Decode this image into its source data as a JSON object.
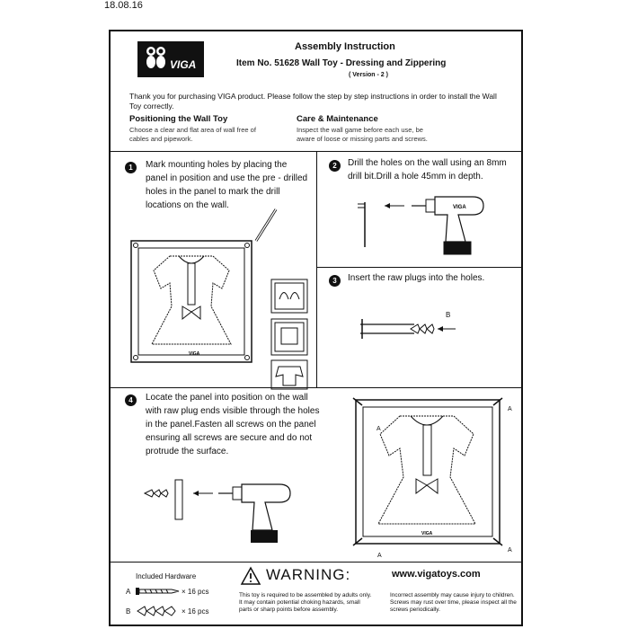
{
  "date": "18.08.16",
  "header": {
    "logo_text": "VIGA",
    "title": "Assembly Instruction",
    "item_line": "Item No. 51628  Wall Toy - Dressing and Zippering",
    "version": "( Version - 2 )"
  },
  "intro": "Thank you for purchasing VIGA product. Please follow the step by step instructions in order to install the Wall Toy correctly.",
  "positioning": {
    "heading": "Positioning the Wall Toy",
    "line1": "Choose a clear and flat area of wall free of",
    "line2": "cables and pipework."
  },
  "care": {
    "heading": "Care & Maintenance",
    "line1": "Inspect the wall game before each use, be",
    "line2": "aware of loose or missing parts and screws."
  },
  "steps": {
    "s1": {
      "num": "1",
      "l1": "Mark mounting holes by placing the",
      "l2": "panel in position and use the pre - drilled",
      "l3": "holes in the panel to mark the drill",
      "l4": "locations on the wall."
    },
    "s2": {
      "num": "2",
      "l1": "Drill the holes on the wall using an 8mm",
      "l2": "drill bit.Drill a hole 45mm in depth."
    },
    "s3": {
      "num": "3",
      "l1": "Insert the raw plugs into the holes.",
      "label_b": "B"
    },
    "s4": {
      "num": "4",
      "l1": "Locate the panel into position on the wall",
      "l2": "with raw plug ends visible through the holes",
      "l3": "in the panel.Fasten all screws on the panel",
      "l4": "ensuring all screws are secure and do not",
      "l5": "protrude the surface.",
      "label_a": "A"
    }
  },
  "footer": {
    "hardware_title": "Included Hardware",
    "a_label": "A",
    "a_qty": "× 16 pcs",
    "b_label": "B",
    "b_qty": "× 16 pcs",
    "warning": "WARNING:",
    "warn_l1": "This toy is required to be assembled by adults only.",
    "warn_l2": "It may contain potential choking hazards, small",
    "warn_l3": "parts or sharp points before assembly.",
    "website": "www.vigatoys.com",
    "web_l1": "Incorrect assembly may cause injury to children.",
    "web_l2": "Screws may rust over time, please inspect all the",
    "web_l3": "screws periodically."
  },
  "colors": {
    "line": "#111111",
    "background": "#ffffff"
  }
}
